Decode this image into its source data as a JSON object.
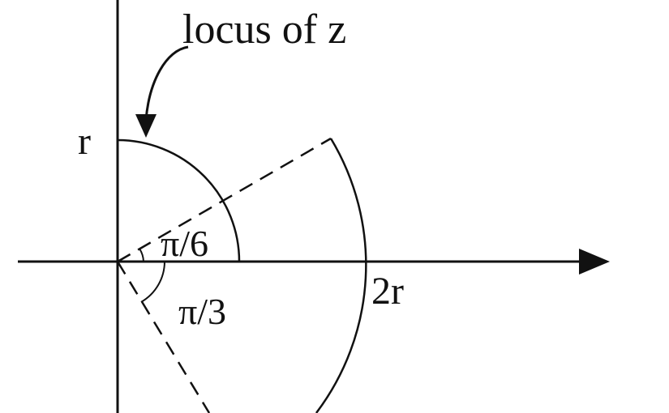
{
  "labels": {
    "locus": "locus of z",
    "r": "r",
    "two_r": "2r",
    "angle_small": "π/6",
    "angle_large": "π/3"
  },
  "colors": {
    "ink": "#111111",
    "background": "#ffffff"
  }
}
